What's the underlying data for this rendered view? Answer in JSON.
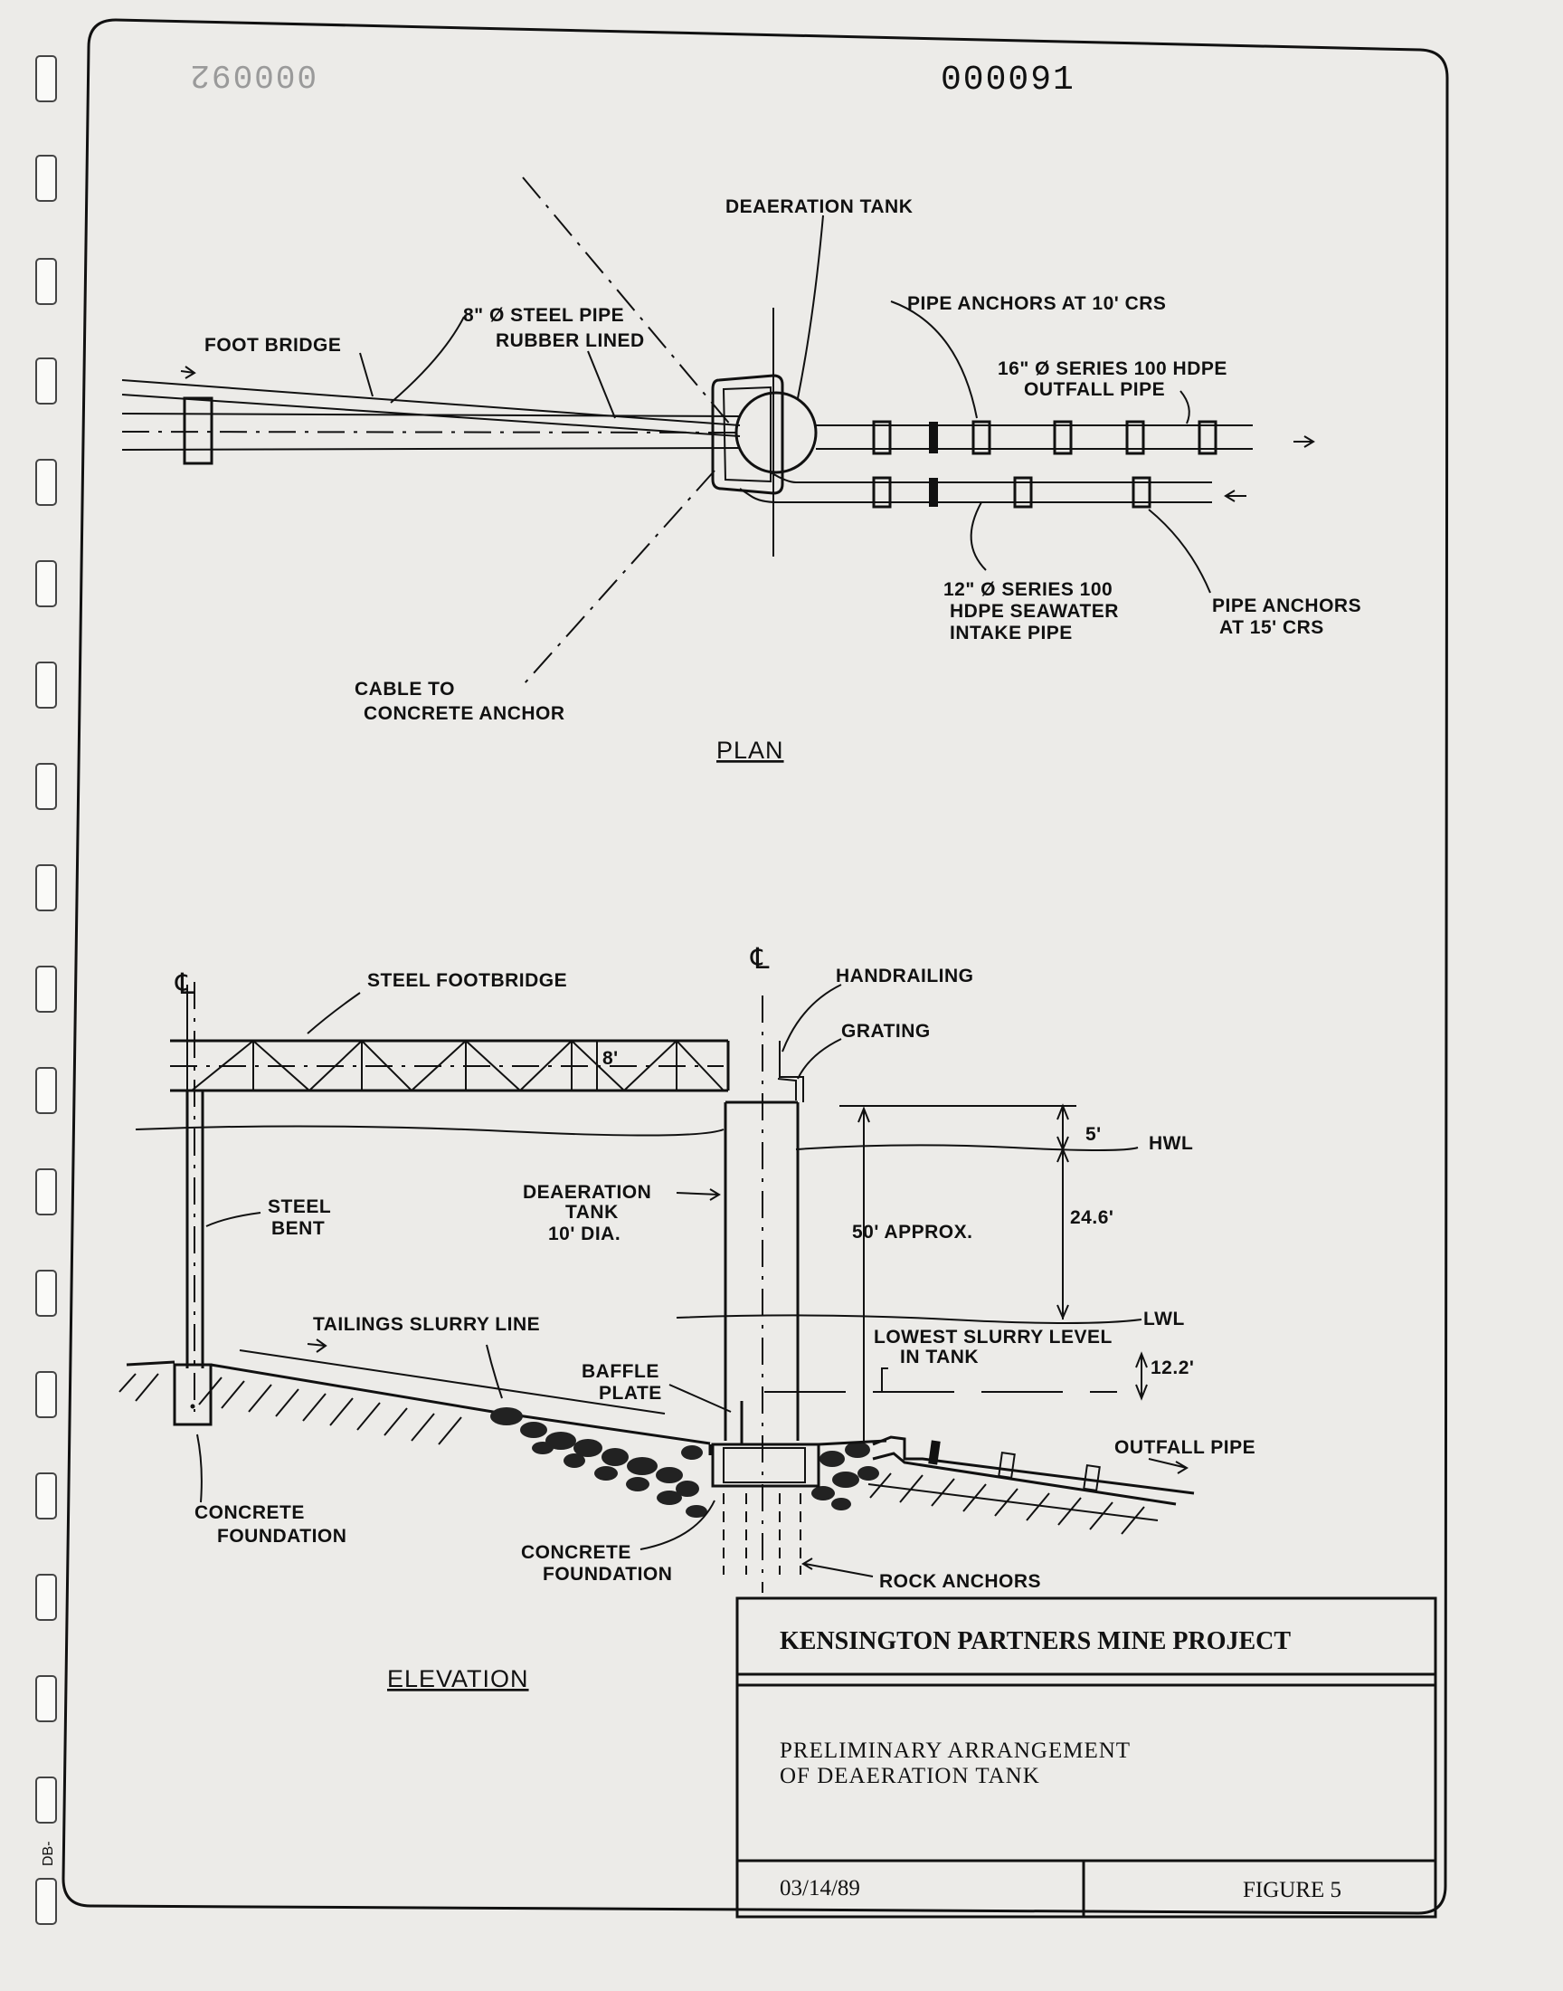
{
  "sheet_numbers": {
    "main": "000091",
    "ghost": "000092"
  },
  "margin_tag": "DB-",
  "plan": {
    "title": "PLAN",
    "labels": {
      "tank": "DEAERATION TANK",
      "foot_bridge": "FOOT BRIDGE",
      "steel_pipe_1": "8\" Ø STEEL PIPE",
      "steel_pipe_2": "RUBBER LINED",
      "anchors_10_1": "PIPE ANCHORS AT 10' CRS",
      "outfall_1": "16\" Ø SERIES 100 HDPE",
      "outfall_2": "OUTFALL PIPE",
      "intake_1": "12\" Ø SERIES 100",
      "intake_2": "HDPE SEAWATER",
      "intake_3": "INTAKE PIPE",
      "anchors_15_1": "PIPE ANCHORS",
      "anchors_15_2": "AT 15' CRS",
      "cable_1": "CABLE TO",
      "cable_2": "CONCRETE ANCHOR"
    }
  },
  "elevation": {
    "title": "ELEVATION",
    "labels": {
      "cl_symbol": "℄",
      "footbridge": "STEEL FOOTBRIDGE",
      "handrailing": "HANDRAILING",
      "grating": "GRATING",
      "truss_depth": "8'",
      "tank_1": "DEAERATION",
      "tank_2": "TANK",
      "tank_3": "10' DIA.",
      "steel_bent_1": "STEEL",
      "steel_bent_2": "BENT",
      "approx": "50' APPROX.",
      "dim_5": "5'",
      "dim_246": "24.6'",
      "dim_122": "12.2'",
      "hwl": "HWL",
      "lwl": "LWL",
      "slurry_level_1": "LOWEST SLURRY LEVEL",
      "slurry_level_2": "IN TANK",
      "tailings": "TAILINGS SLURRY LINE",
      "baffle_1": "BAFFLE",
      "baffle_2": "PLATE",
      "outfall": "OUTFALL PIPE",
      "conc_found_left_1": "CONCRETE",
      "conc_found_left_2": "FOUNDATION",
      "conc_found_mid_1": "CONCRETE",
      "conc_found_mid_2": "FOUNDATION",
      "rock_anchors": "ROCK ANCHORS"
    }
  },
  "title_block": {
    "project": "KENSINGTON PARTNERS MINE PROJECT",
    "description_1": "PRELIMINARY ARRANGEMENT",
    "description_2": "OF DEAERATION TANK",
    "date": "03/14/89",
    "figure": "FIGURE 5"
  }
}
